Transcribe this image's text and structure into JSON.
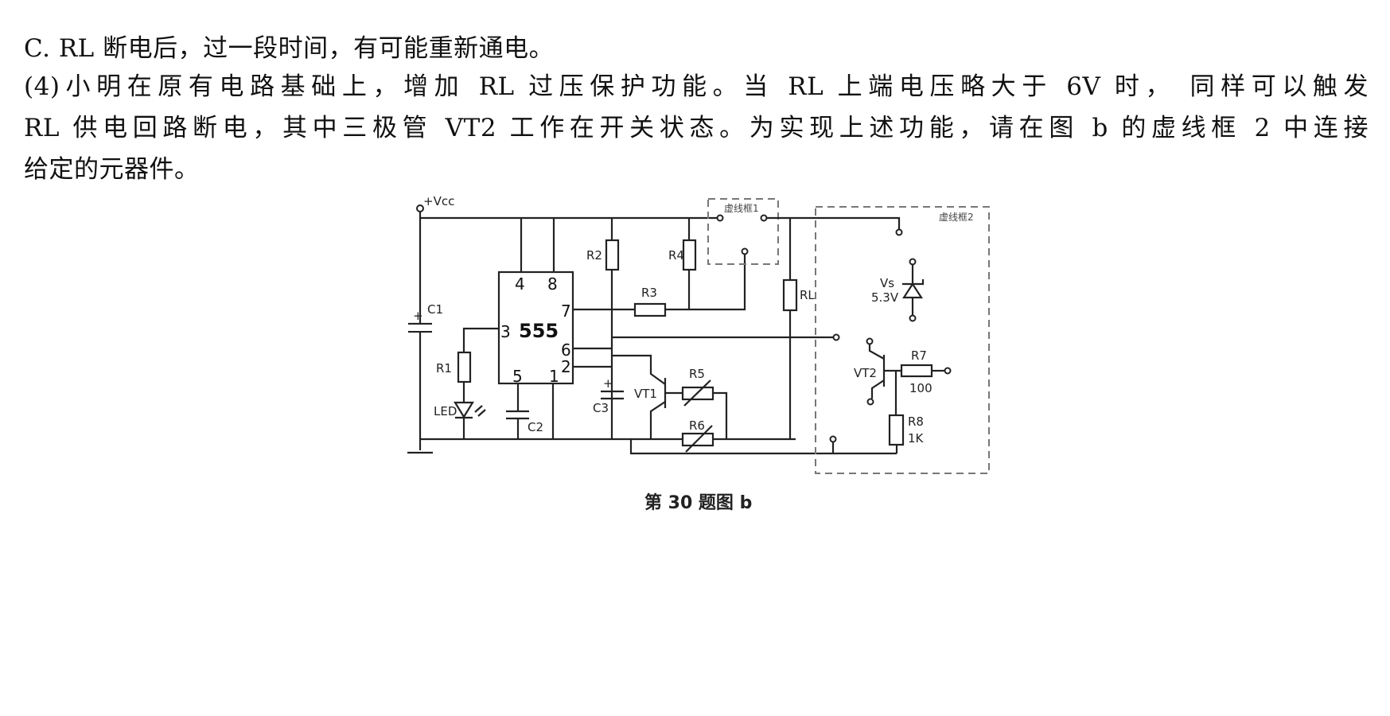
{
  "question": {
    "option_c": "C. RL 断电后，过一段时间，有可能重新通电。",
    "part4_line1": "(4)小明在原有电路基础上，增加 RL 过压保护功能。当 RL 上端电压略大于 6V 时，  同样可以触发",
    "part4_line2": "RL 供电回路断电，其中三极管 VT2 工作在开关状态。为实现上述功能，请在图 b 的虚线框 2 中连接",
    "part4_line3": "给定的元器件。"
  },
  "figure": {
    "caption": "第 30 题图 b",
    "labels": {
      "vcc": "+Vcc",
      "c1": "C1",
      "c1_plus": "+",
      "r1": "R1",
      "led": "LED",
      "c2": "C2",
      "r2": "R2",
      "r3": "R3",
      "r4": "R4",
      "rl": "RL",
      "c3": "C3",
      "c3_plus": "+",
      "vt1": "VT1",
      "r5": "R5",
      "r6": "R6",
      "chip": "555",
      "pin4": "4",
      "pin8": "8",
      "pin7": "7",
      "pin3": "3",
      "pin6": "6",
      "pin2": "2",
      "pin5": "5",
      "pin1": "1",
      "box1": "虚线框1",
      "box2": "虚线框2",
      "vs": "Vs",
      "vs_value": "5.3V",
      "vt2": "VT2",
      "r7": "R7",
      "r7_value": "100",
      "r8": "R8",
      "r8_value": "1K"
    }
  }
}
